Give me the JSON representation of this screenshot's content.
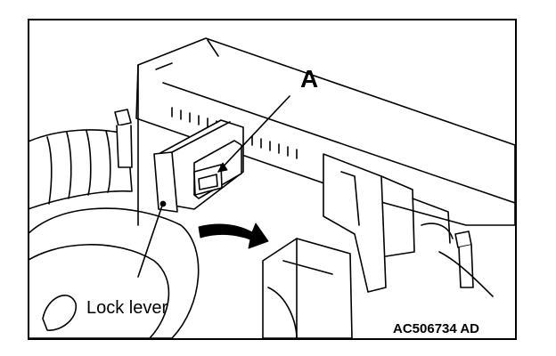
{
  "diagram": {
    "callout_letter": "A",
    "part_label": "Lock lever",
    "figure_id": "AC506734 AD"
  },
  "colors": {
    "line": "#000000",
    "fill": "#ffffff",
    "arrow": "#000000"
  }
}
